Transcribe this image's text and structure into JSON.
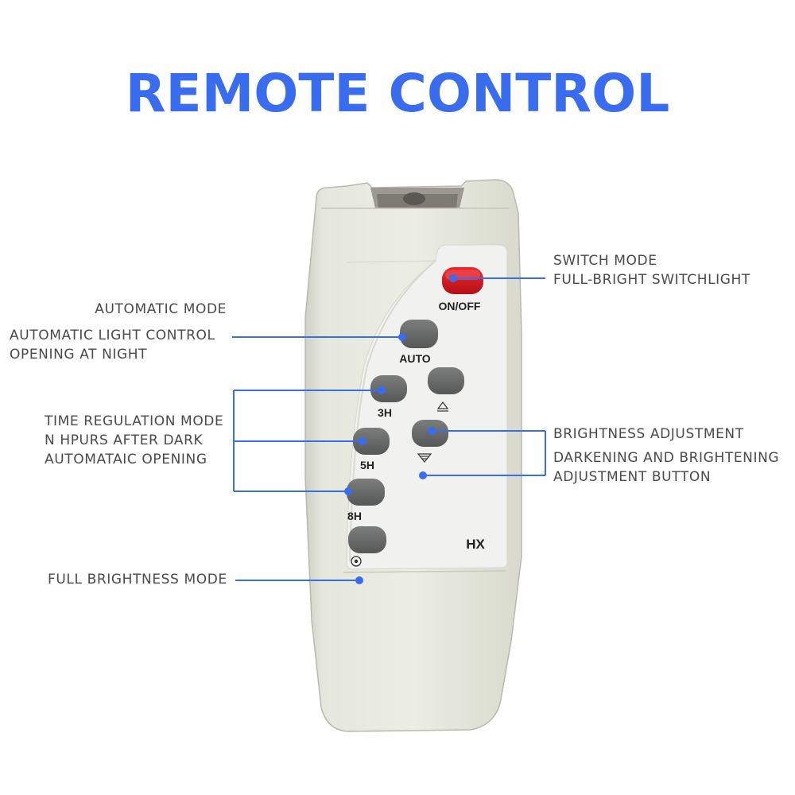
{
  "title": "REMOTE CONTROL",
  "remote": {
    "power_label": "ON/OFF",
    "auto_label": "AUTO",
    "h3_label": "3H",
    "h5_label": "5H",
    "h8_label": "8H",
    "brand": "HX",
    "power_color": "#d8141e",
    "button_color": "#6b6e6c",
    "body_color": "#e7e8dc"
  },
  "annotations": {
    "switch_mode": {
      "line1": "SWITCH MODE",
      "line2": "FULL-BRIGHT SWITCHLIGHT"
    },
    "automatic_mode": {
      "heading": "AUTOMATIC MODE",
      "line1": "AUTOMATIC LIGHT CONTROL",
      "line2": "OPENING AT NIGHT"
    },
    "time_regulation": {
      "line1": "TIME REGULATION MODE",
      "line2": "N HPURS AFTER DARK",
      "line3": "AUTOMATAIC OPENING"
    },
    "brightness": {
      "heading": "BRIGHTNESS ADJUSTMENT",
      "line1": "DARKENING AND BRIGHTENING",
      "line2": "ADJUSTMENT BUTTON"
    },
    "full_brightness": {
      "line1": "FULL BRIGHTNESS MODE"
    }
  },
  "accent_color": "#3a6cf0"
}
